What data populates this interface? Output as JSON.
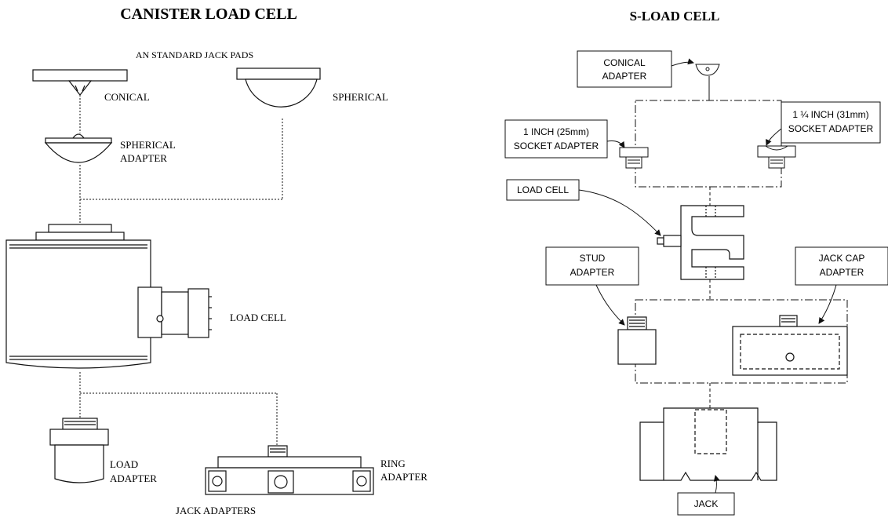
{
  "canister": {
    "title": "CANISTER LOAD CELL",
    "jack_pads_heading": "AN STANDARD JACK PADS",
    "conical": "CONICAL",
    "spherical": "SPHERICAL",
    "spherical_adapter": [
      "SPHERICAL",
      "ADAPTER"
    ],
    "load_cell": "LOAD CELL",
    "load_adapter": [
      "LOAD",
      "ADAPTER"
    ],
    "ring_adapter": [
      "RING",
      "ADAPTER"
    ],
    "jack_adapters": "JACK ADAPTERS"
  },
  "s_cell": {
    "title": "S-LOAD CELL",
    "conical_adapter": [
      "CONICAL",
      "ADAPTER"
    ],
    "socket_25": [
      "1 INCH (25mm)",
      "SOCKET ADAPTER"
    ],
    "socket_31": [
      "1 ¼ INCH (31mm)",
      "SOCKET ADAPTER"
    ],
    "load_cell": "LOAD CELL",
    "stud_adapter": [
      "STUD",
      "ADAPTER"
    ],
    "jack_cap_adapter": [
      "JACK CAP",
      "ADAPTER"
    ],
    "jack": "JACK"
  }
}
